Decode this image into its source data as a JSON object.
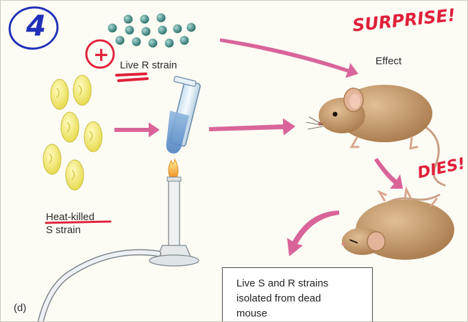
{
  "labels": {
    "step_number": "4",
    "plus_sign": "+",
    "live_r": "Live R strain",
    "effect": "Effect",
    "heat_killed": "Heat-killed",
    "s_strain": "S strain",
    "panel": "(d)",
    "surprise": "SURPRISE!",
    "dies": "DIES!",
    "result_line1": "Live S and R strains",
    "result_line2": "isolated from dead",
    "result_line3": "mouse"
  },
  "colors": {
    "annotation_red": "#e0203a",
    "annotation_blue": "#2030b8",
    "arrow_pink": "#d9649a",
    "bacteria_teal": "#3f8a86",
    "capsule_yellow": "#f3ec6a",
    "mouse_tan": "#c89a6a"
  }
}
